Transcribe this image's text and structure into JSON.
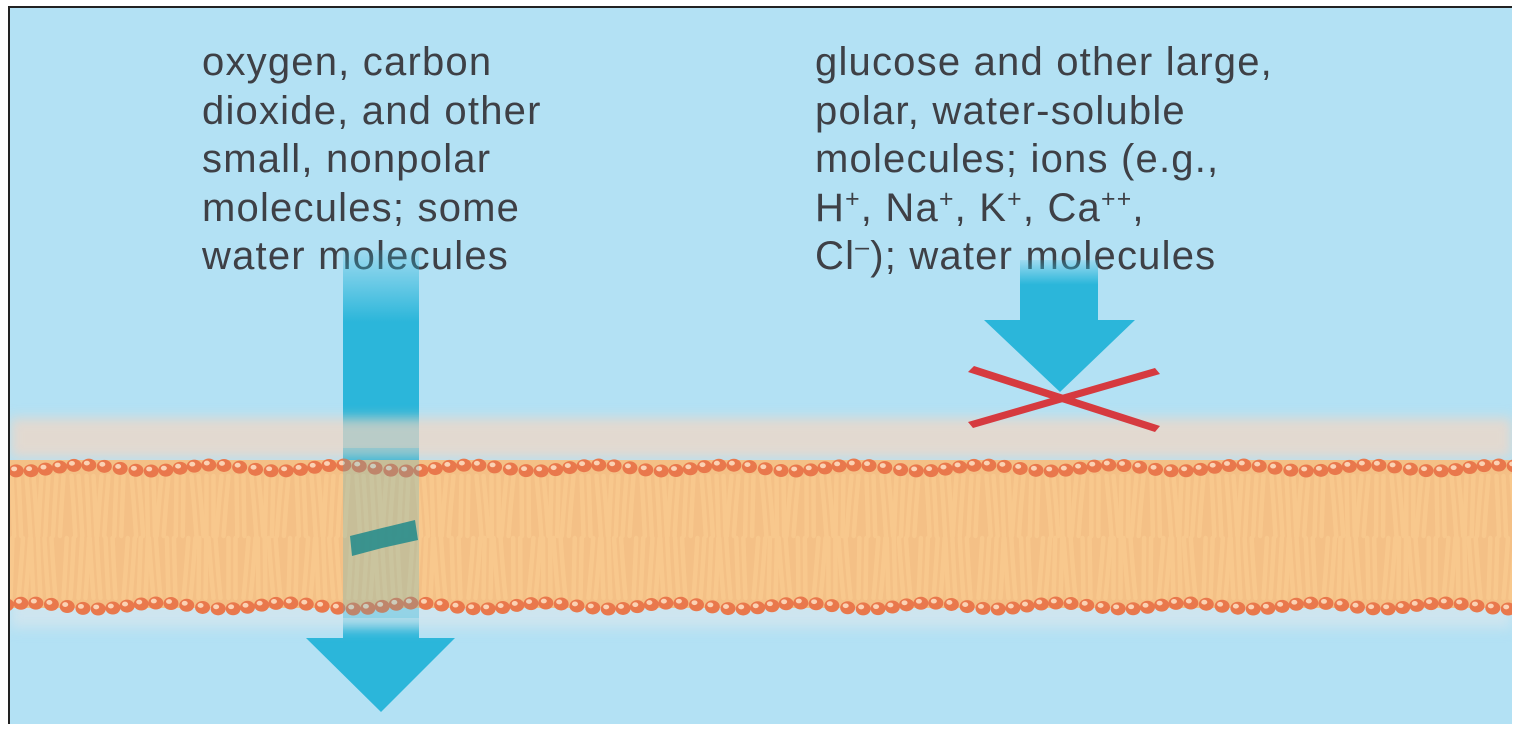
{
  "diagram": {
    "left_label": {
      "lines": [
        [
          {
            "t": "oxygen, carbon"
          }
        ],
        [
          {
            "t": "dioxide, and other"
          }
        ],
        [
          {
            "t": "small, nonpolar"
          }
        ],
        [
          {
            "t": "molecules; some"
          }
        ],
        [
          {
            "t": "water molecules"
          }
        ]
      ]
    },
    "right_label": {
      "lines": [
        [
          {
            "t": "glucose and other large,"
          }
        ],
        [
          {
            "t": "polar, water-soluble"
          }
        ],
        [
          {
            "t": "molecules; ions (e.g.,"
          }
        ],
        [
          {
            "t": "H"
          },
          {
            "t": "+",
            "sup": true
          },
          {
            "t": ", Na"
          },
          {
            "t": "+",
            "sup": true
          },
          {
            "t": ", K"
          },
          {
            "t": "+",
            "sup": true
          },
          {
            "t": ", Ca"
          },
          {
            "t": "++",
            "sup": true
          },
          {
            "t": ","
          }
        ],
        [
          {
            "t": "Cl"
          },
          {
            "t": "–",
            "sup": true
          },
          {
            "t": "); water molecules"
          }
        ]
      ]
    },
    "left_arrow": {
      "passes_membrane": true
    },
    "right_arrow": {
      "passes_membrane": false
    },
    "blocked_marker": "x-cross",
    "colors": {
      "background": "#b3e1f4",
      "arrow": "#2bb6da",
      "blocked_cross": "#d63a3f",
      "lipid_tail": "#f8c88d",
      "lipid_head": "#e9784c",
      "text": "#3e4046"
    }
  }
}
